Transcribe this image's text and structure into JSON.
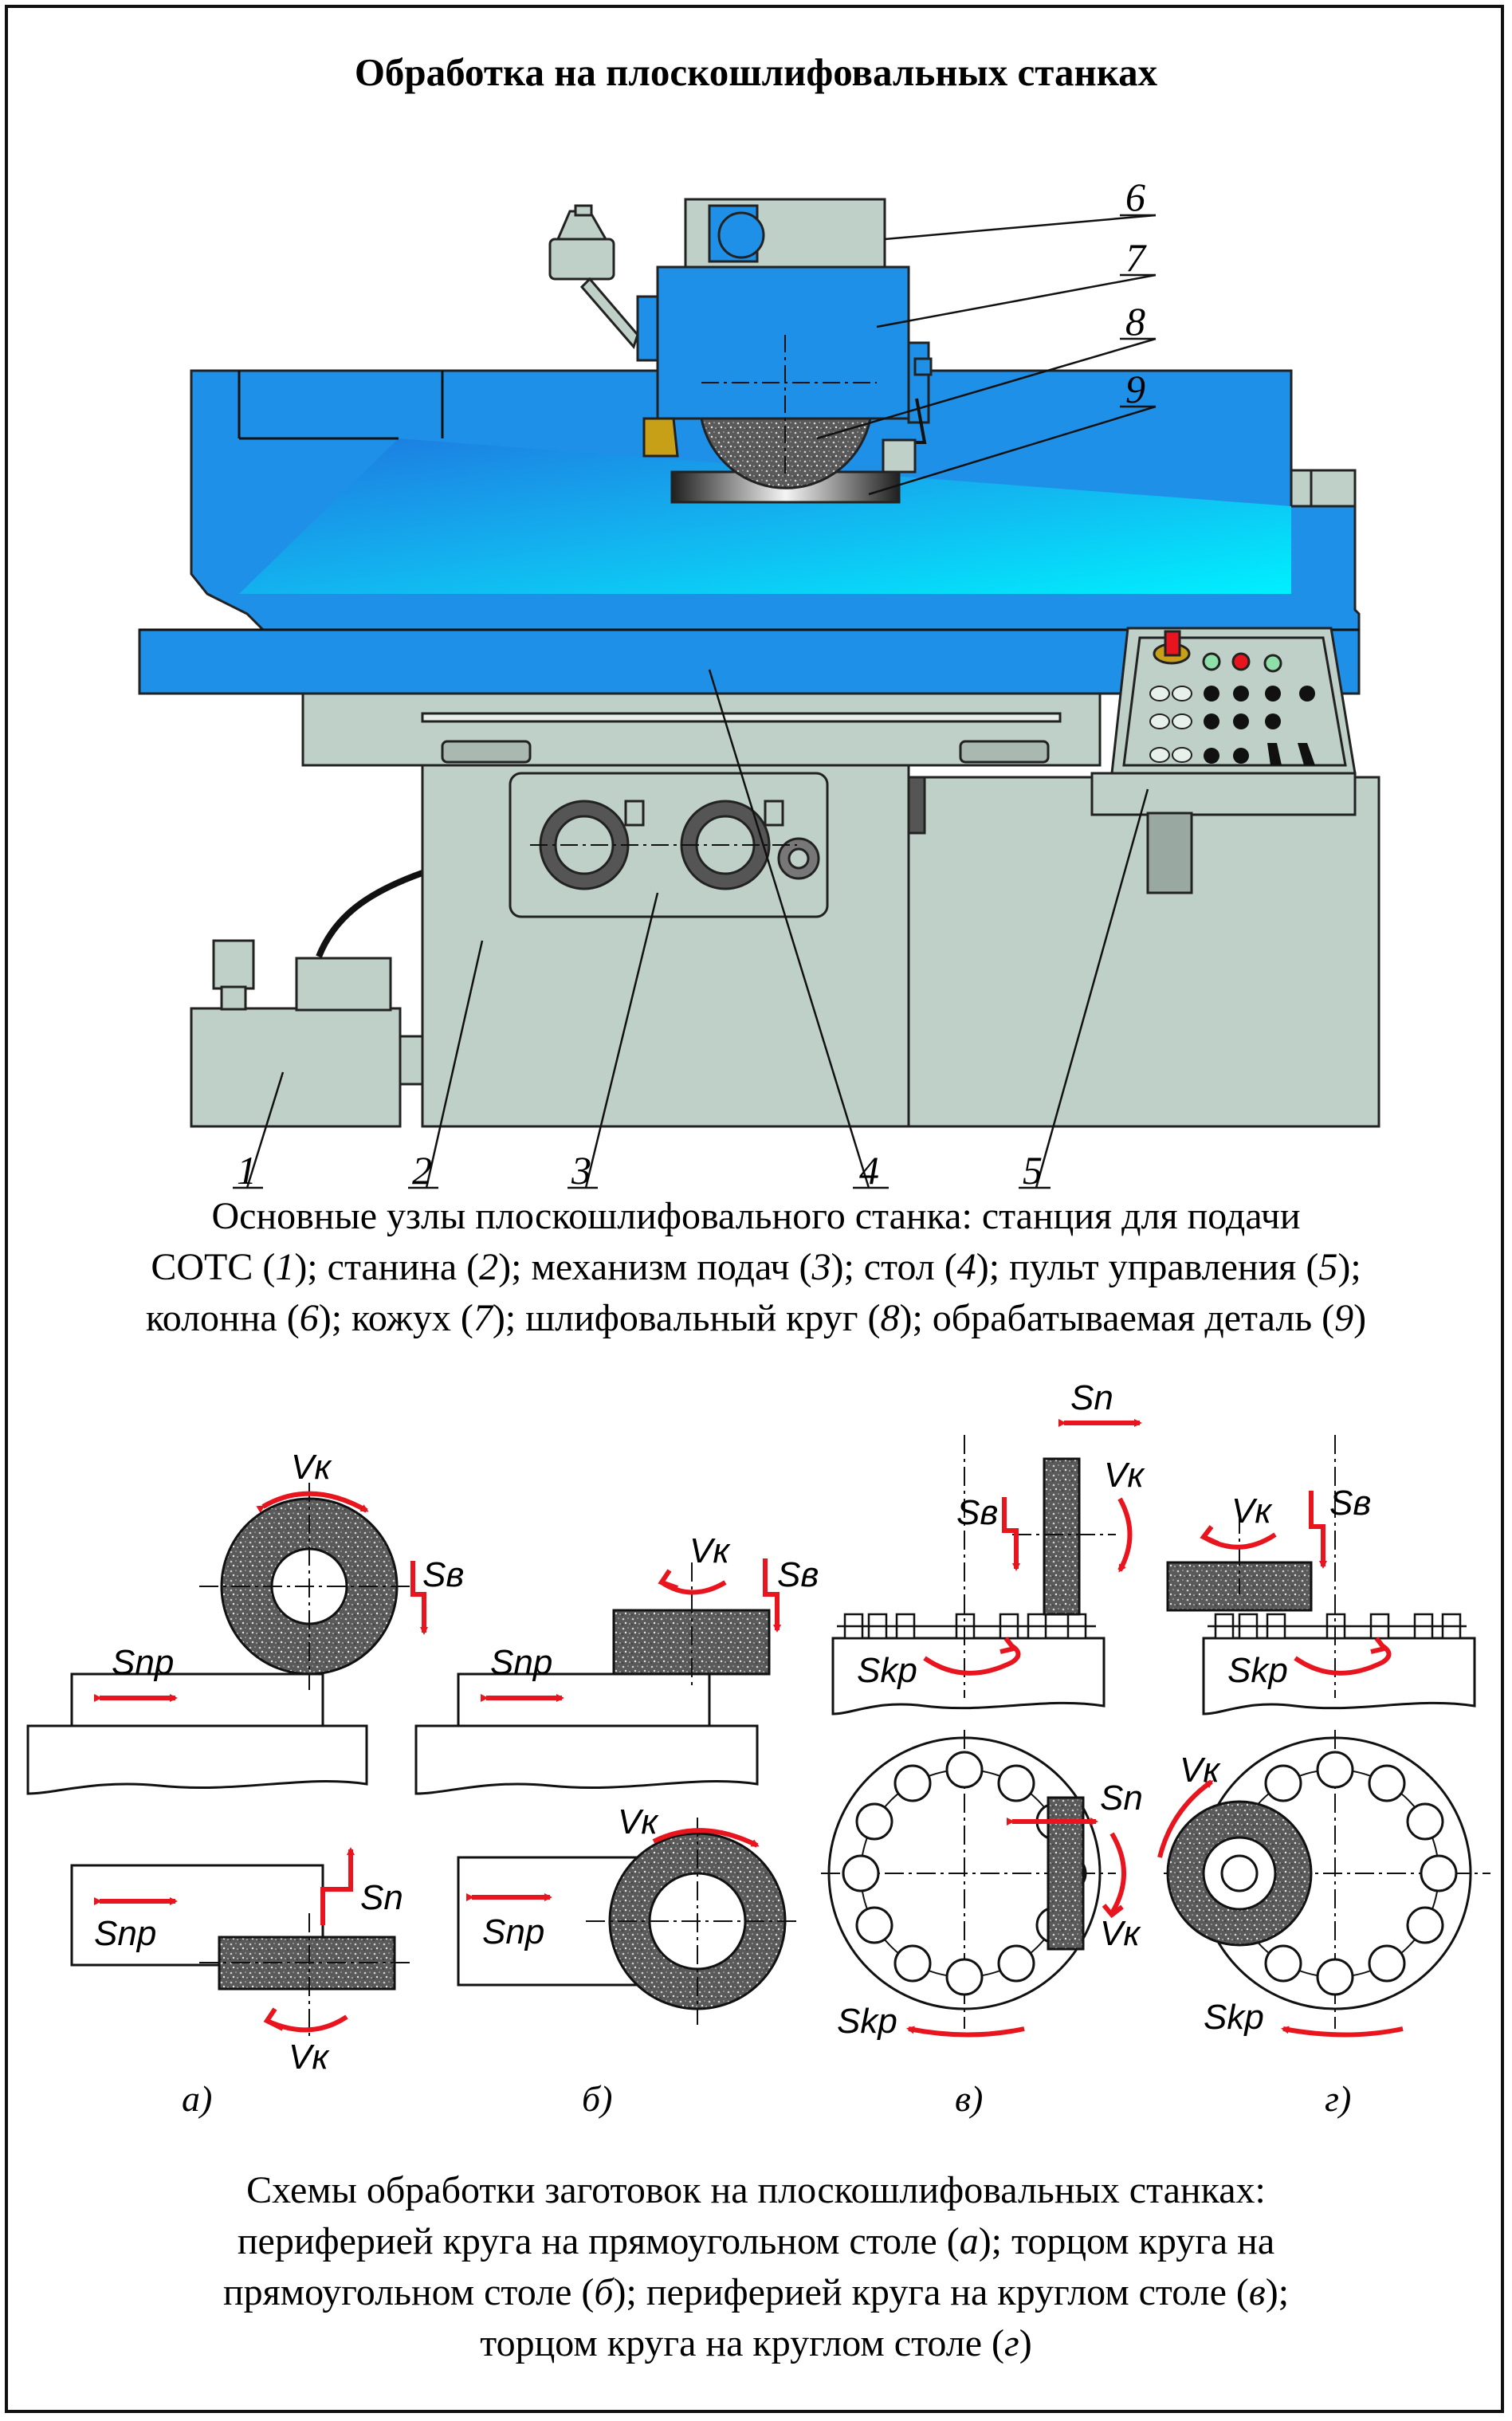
{
  "title": "Обработка на плоскошлифовальных станках",
  "machine": {
    "part_numbers": [
      "1",
      "2",
      "3",
      "4",
      "5",
      "6",
      "7",
      "8",
      "9"
    ]
  },
  "caption1": {
    "l1": "Основные узлы плоскошлифовального станка: станция для подачи",
    "l2a": "СОТС (",
    "n1": "1",
    "l2b": "); станина (",
    "n2": "2",
    "l2c": "); механизм подач (",
    "n3": "3",
    "l2d": "); стол (",
    "n4": "4",
    "l2e": "); пульт управления (",
    "n5": "5",
    "l2f": ");",
    "l3a": "колонна (",
    "n6": "6",
    "l3b": "); кожух (",
    "n7": "7",
    "l3c": "); шлифовальный круг (",
    "n8": "8",
    "l3d": "); обрабатываемая деталь (",
    "n9": "9",
    "l3e": ")"
  },
  "schemes": {
    "motion_labels": {
      "vk": "Vк",
      "sv": "Sв",
      "snp": "Snp",
      "sn": "Sn",
      "skr": "Skp"
    },
    "subfigure_labels": [
      "а)",
      "б)",
      "в)",
      "г)"
    ]
  },
  "caption2": {
    "l1": "Схемы обработки заготовок на плоскошлифовальных станках:",
    "l2a": "периферией круга на прямоугольном столе (",
    "a": "а",
    "l2b": "); торцом круга на",
    "l3a": "прямоугольном столе (",
    "b": "б",
    "l3b": "); периферией круга на круглом столе (",
    "c": "в",
    "l3c": ");",
    "l4a": "торцом круга на круглом столе (",
    "d": "г",
    "l4b": ")"
  },
  "colors": {
    "machine_blue": "#1E90E8",
    "cyan": "#00E5FF",
    "grey_green": "#BFD0C8",
    "arrow_red": "#E8141E",
    "stone_grey": "#6E6E6E"
  }
}
